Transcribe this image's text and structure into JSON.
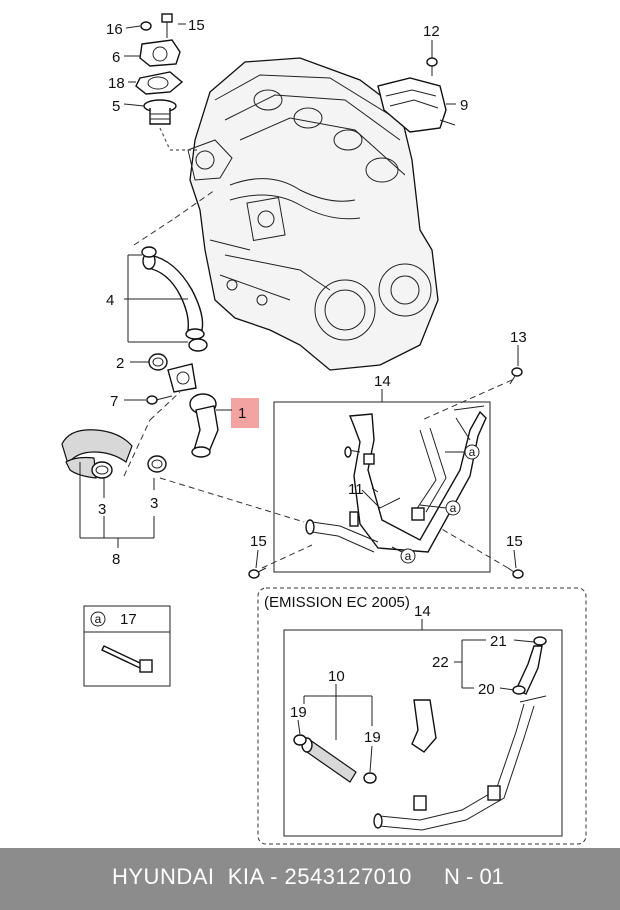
{
  "callouts": {
    "c16": "16",
    "c15a": "15",
    "c6": "6",
    "c18": "18",
    "c5": "5",
    "c12": "12",
    "c9": "9",
    "c4": "4",
    "c2": "2",
    "c7": "7",
    "c1": "1",
    "c3a": "3",
    "c3b": "3",
    "c8": "8",
    "c13": "13",
    "c14a": "14",
    "c11": "11",
    "c15b": "15",
    "c15c": "15",
    "c17": "17",
    "c14b": "14",
    "c21": "21",
    "c22": "22",
    "c20": "20",
    "c10": "10",
    "c19a": "19",
    "c19b": "19"
  },
  "markers": {
    "a1": "a",
    "a2": "a",
    "a3": "a",
    "legend_a": "a"
  },
  "emission_label": "(EMISSION EC 2005)",
  "highlight_color": "#f4a3a3",
  "footer": {
    "text": "HYUNDAI  KIA - 2543127010",
    "code": "N - 01",
    "bg_color": "#8c8c8c"
  }
}
